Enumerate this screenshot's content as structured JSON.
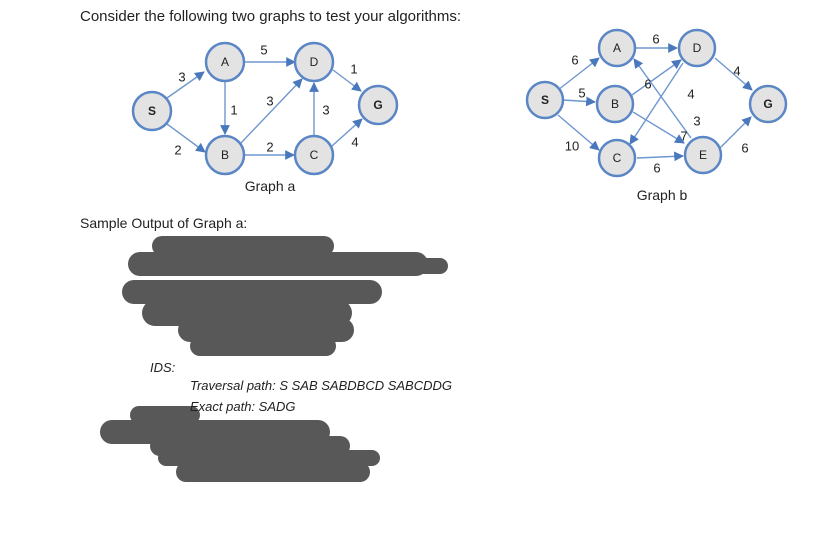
{
  "heading": "Consider the following two graphs to test your algorithms:",
  "graph_a": {
    "caption": "Graph a",
    "nodes": [
      "S",
      "A",
      "B",
      "D",
      "C",
      "G"
    ],
    "edges": [
      {
        "from": "S",
        "to": "A",
        "weight": "3"
      },
      {
        "from": "S",
        "to": "B",
        "weight": "2"
      },
      {
        "from": "A",
        "to": "D",
        "weight": "5"
      },
      {
        "from": "A",
        "to": "B",
        "weight": "1"
      },
      {
        "from": "B",
        "to": "D",
        "weight": "3"
      },
      {
        "from": "B",
        "to": "C",
        "weight": "2"
      },
      {
        "from": "C",
        "to": "D",
        "weight": "3"
      },
      {
        "from": "D",
        "to": "G",
        "weight": "1"
      },
      {
        "from": "C",
        "to": "G",
        "weight": "4"
      }
    ]
  },
  "graph_b": {
    "caption": "Graph b",
    "nodes": [
      "S",
      "A",
      "B",
      "C",
      "D",
      "E",
      "G"
    ],
    "edges": [
      {
        "from": "S",
        "to": "A",
        "weight": "6"
      },
      {
        "from": "S",
        "to": "B",
        "weight": "5"
      },
      {
        "from": "S",
        "to": "C",
        "weight": "10"
      },
      {
        "from": "A",
        "to": "D",
        "weight": "6"
      },
      {
        "from": "B",
        "to": "D",
        "weight": "6"
      },
      {
        "from": "B",
        "to": "E",
        "weight": "3"
      },
      {
        "from": "D",
        "to": "C",
        "weight": "4"
      },
      {
        "from": "E",
        "to": "A",
        "weight": "7"
      },
      {
        "from": "C",
        "to": "E",
        "weight": "6"
      },
      {
        "from": "D",
        "to": "G",
        "weight": "4"
      },
      {
        "from": "E",
        "to": "G",
        "weight": "6"
      }
    ]
  },
  "sample_output": {
    "label": "Sample Output of Graph a:",
    "ids_label": "IDS:",
    "traversal": "Traversal path: S SAB SABDBCD SABCDDG",
    "exact": "Exact path: SADG"
  }
}
